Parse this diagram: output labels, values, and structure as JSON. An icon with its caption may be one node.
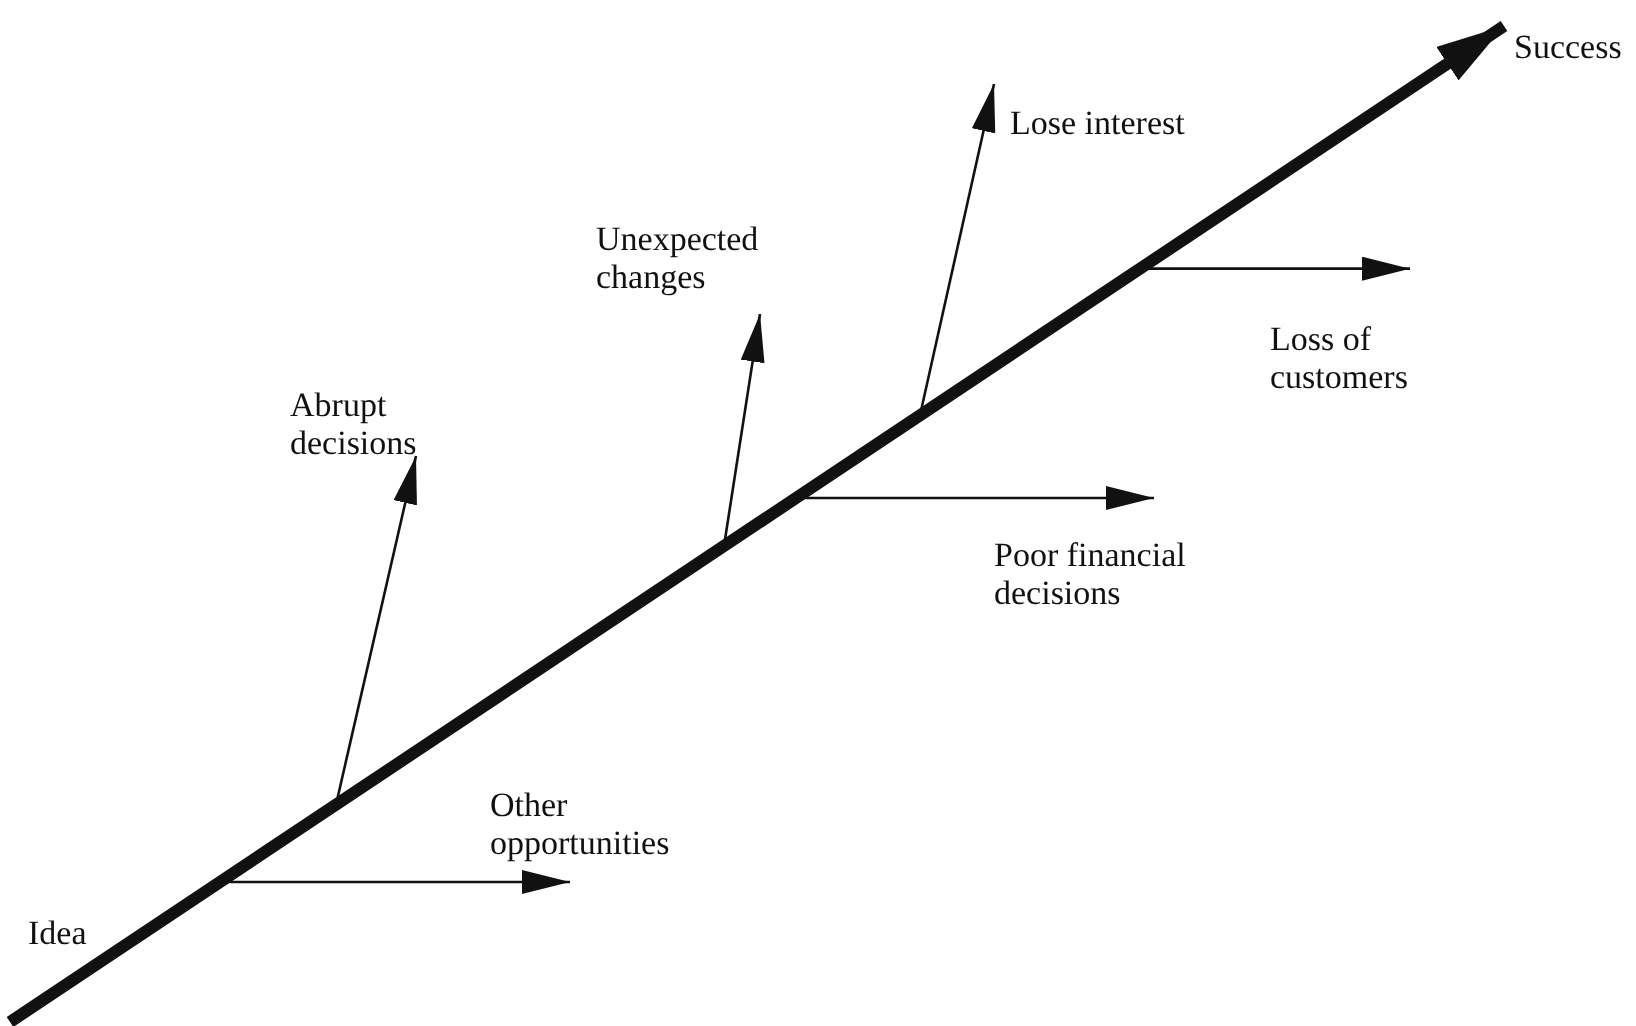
{
  "diagram": {
    "nodes": [
      {
        "text": [
          "Idea"
        ]
      },
      {
        "text": [
          "Success"
        ]
      },
      {
        "text": [
          "Other opportunities"
        ]
      },
      {
        "text": [
          "Abrupt decisions"
        ]
      },
      {
        "text": [
          "Unexpected changes"
        ]
      },
      {
        "text": [
          "Poor financial decisions"
        ]
      },
      {
        "text": [
          "Lose interest"
        ]
      },
      {
        "text": [
          "Loss of customers"
        ]
      }
    ],
    "edges": [
      {
        "from": 0,
        "to": 1,
        "arrow": "to",
        "style": "thick"
      },
      {
        "from": null,
        "to": 2,
        "arrow": "to"
      },
      {
        "from": null,
        "to": 3,
        "arrow": "to"
      },
      {
        "from": null,
        "to": 4,
        "arrow": "to"
      },
      {
        "from": null,
        "to": 5,
        "arrow": "to"
      },
      {
        "from": null,
        "to": 6,
        "arrow": "to"
      },
      {
        "from": null,
        "to": 7,
        "arrow": "to"
      }
    ]
  }
}
